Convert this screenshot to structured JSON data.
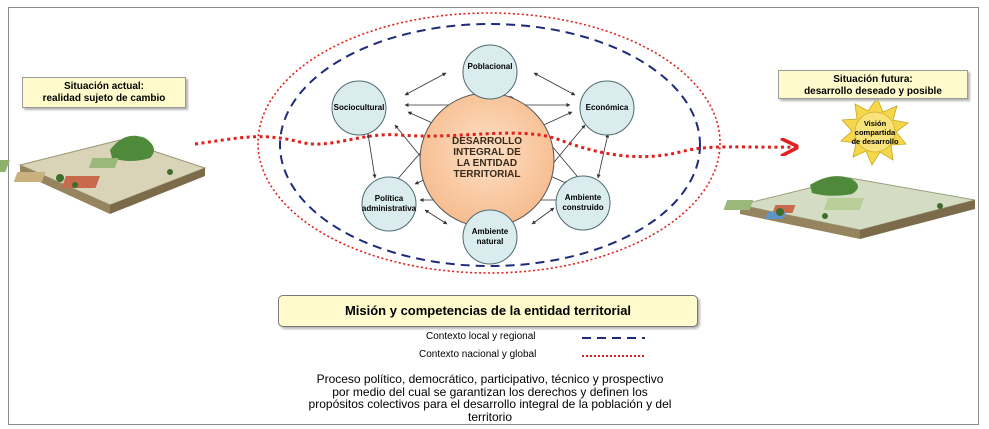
{
  "current_situation": {
    "line1": "Situación actual:",
    "line2": "realidad sujeto de cambio"
  },
  "future_situation": {
    "line1": "Situación futura:",
    "line2": "desarrollo deseado y posible"
  },
  "vision": {
    "line1": "Visión",
    "line2": "compartida",
    "line3": "de desarrollo"
  },
  "center": {
    "line1": "DESARROLLO",
    "line2": "INTEGRAL DE",
    "line3": "LA ENTIDAD",
    "line4": "TERRITORIAL"
  },
  "dimensions": {
    "poblacional": "Poblacional",
    "economica": "Económica",
    "ambiente_construido_1": "Ambiente",
    "ambiente_construido_2": "construido",
    "ambiente_natural_1": "Ambiente",
    "ambiente_natural_2": "natural",
    "politica_1": "Política",
    "politica_2": "administrativa",
    "sociocultural": "Sociocultural"
  },
  "mission": "Misión y competencias de la entidad territorial",
  "legend": {
    "local": "Contexto local y regional",
    "national": "Contexto nacional y global"
  },
  "definition": {
    "line1": "Proceso político, democrático, participativo, técnico y prospectivo",
    "line2": "por medio del cual se garantizan los derechos y definen los",
    "line3": "propósitos colectivos para el desarrollo integral de la población y del",
    "line4": "territorio"
  },
  "colors": {
    "national_ring": "#e0201c",
    "local_ring": "#1e2a7a",
    "node_fill": "#dbecee",
    "center_fill": "#fcc9a0",
    "box_fill": "#fffbcc",
    "sun_fill": "#f5d84a"
  }
}
